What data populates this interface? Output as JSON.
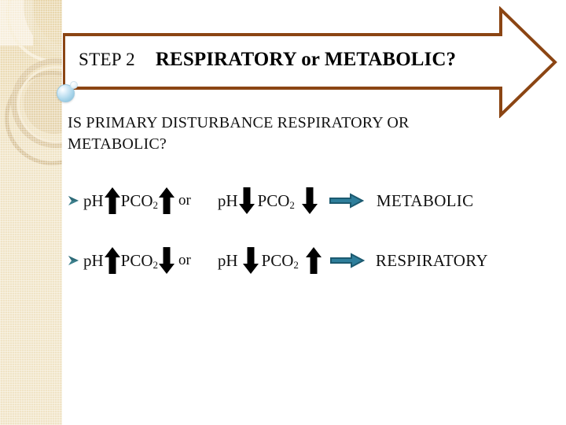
{
  "slide": {
    "background_color": "#ffffff",
    "sidebar_color": "#f0e4c6",
    "accent_brown": "#8B4513",
    "accent_teal": "#2E7E9B"
  },
  "header": {
    "step_label": "STEP 2",
    "title": "RESPIRATORY or METABOLIC?",
    "shape": "right-arrow-banner"
  },
  "body": {
    "line1": "IS PRIMARY DISTURBANCE RESPIRATORY OR",
    "line2": "METABOLIC?"
  },
  "rows": [
    {
      "bullet": "arrowhead-bullet",
      "left_expr": {
        "ph_label": "p",
        "ph_label2": "H",
        "ph_arrow": "up",
        "pco2_label": "PCO",
        "pco2_sub": "2",
        "pco2_arrow": "up"
      },
      "conjunction": "or",
      "right_expr": {
        "ph_label": "p",
        "ph_label2": "H",
        "ph_arrow": "down",
        "pco2_label": "PCO",
        "pco2_sub": "2",
        "pco2_arrow": "down"
      },
      "implies": "implies-arrow",
      "result": "METABOLIC"
    },
    {
      "bullet": "arrowhead-bullet",
      "left_expr": {
        "ph_label": "p",
        "ph_label2": "H",
        "ph_arrow": "up",
        "pco2_label": "PCO",
        "pco2_sub": "2",
        "pco2_arrow": "down"
      },
      "conjunction": "or",
      "right_expr": {
        "ph_label": "p",
        "ph_label2": "H",
        "ph_arrow": "down",
        "pco2_label": "PCO",
        "pco2_sub": "2",
        "pco2_arrow": "up"
      },
      "implies": "implies-arrow",
      "result": "RESPIRATORY"
    }
  ]
}
